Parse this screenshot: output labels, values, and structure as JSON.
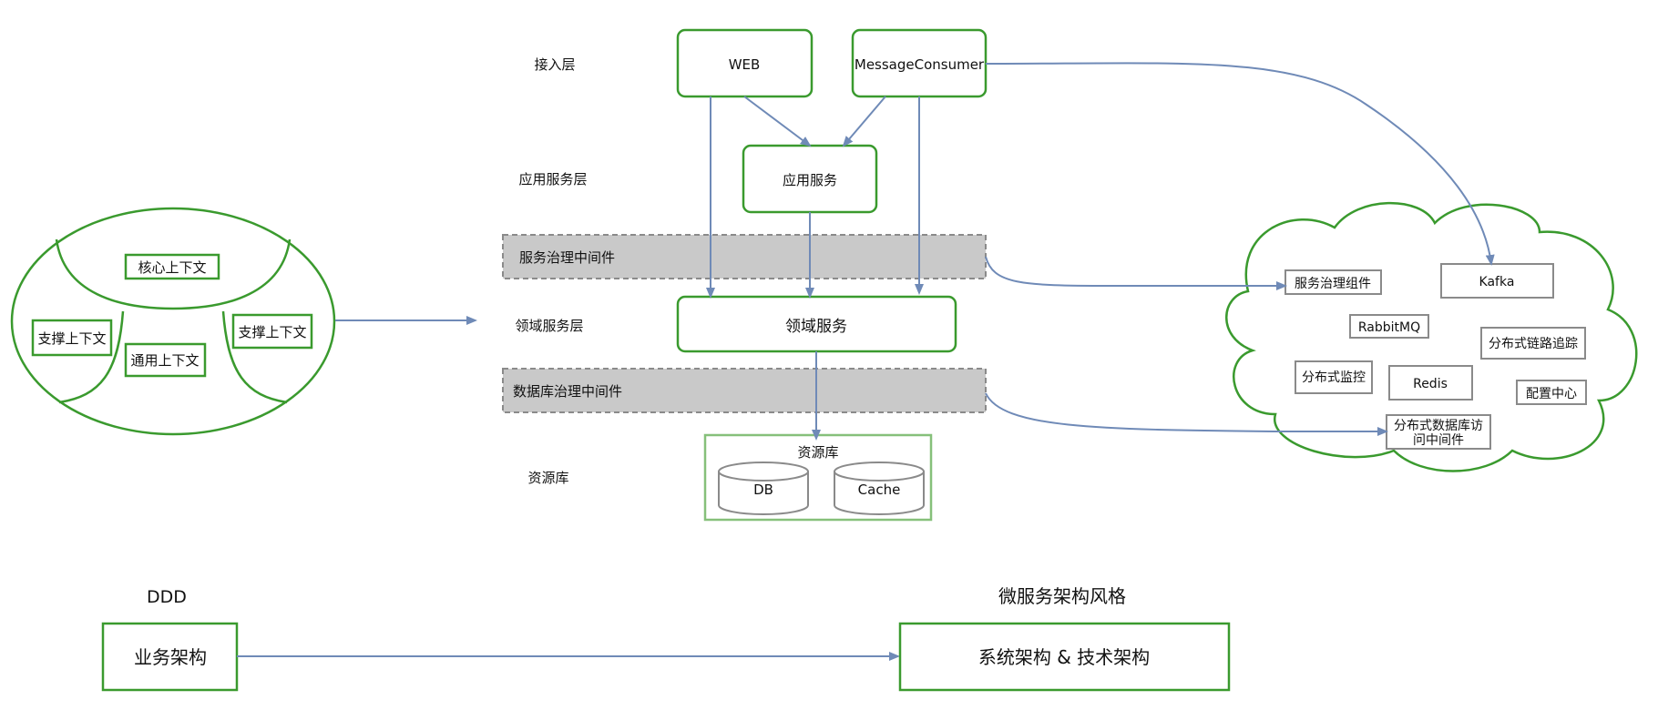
{
  "layers": {
    "access": "接入层",
    "app": "应用服务层",
    "domain": "领域服务层",
    "resource": "资源库"
  },
  "nodes": {
    "web": "WEB",
    "message_consumer": "MessageConsumer",
    "app_service": "应用服务",
    "domain_service": "领域服务",
    "service_gov_middleware": "服务治理中间件",
    "db_gov_middleware": "数据库治理中间件",
    "resource_repo": "资源库",
    "db": "DB",
    "cache": "Cache"
  },
  "ddd_contexts": {
    "core": "核心上下文",
    "support_left": "支撑上下文",
    "generic": "通用上下文",
    "support_right": "支撑上下文"
  },
  "cloud_items": {
    "service_gov_component": "服务治理组件",
    "kafka": "Kafka",
    "rabbitmq": "RabbitMQ",
    "tracing": "分布式链路追踪",
    "monitoring": "分布式监控",
    "redis": "Redis",
    "config_center": "配置中心",
    "db_access_middleware_line1": "分布式数据库访",
    "db_access_middleware_line2": "问中间件"
  },
  "bottom": {
    "ddd_title": "DDD",
    "business_arch": "业务架构",
    "microservice_title": "微服务架构风格",
    "system_tech_arch": "系统架构 & 技术架构"
  },
  "colors": {
    "green": "#3a9a2e",
    "arrow": "#6f8ab7",
    "gray_band": "#c9c9c9",
    "gray_border": "#8a8a8a"
  }
}
